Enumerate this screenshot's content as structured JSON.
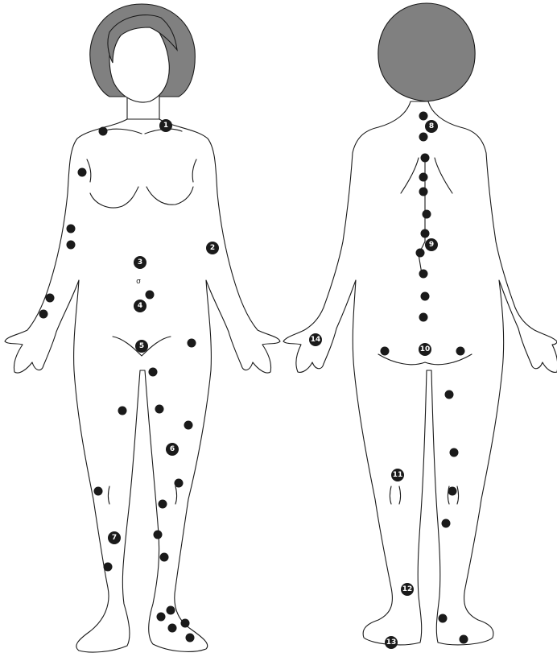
{
  "colors": {
    "hair": "#808080",
    "ink": "#1a1a1a",
    "background": "#ffffff"
  },
  "front_view": {
    "navel_symbol": "σ",
    "labels": [
      "1",
      "2",
      "3",
      "4",
      "5",
      "6",
      "7"
    ]
  },
  "back_view": {
    "labels": [
      "8",
      "9",
      "10",
      "11",
      "12",
      "13",
      "14"
    ]
  }
}
